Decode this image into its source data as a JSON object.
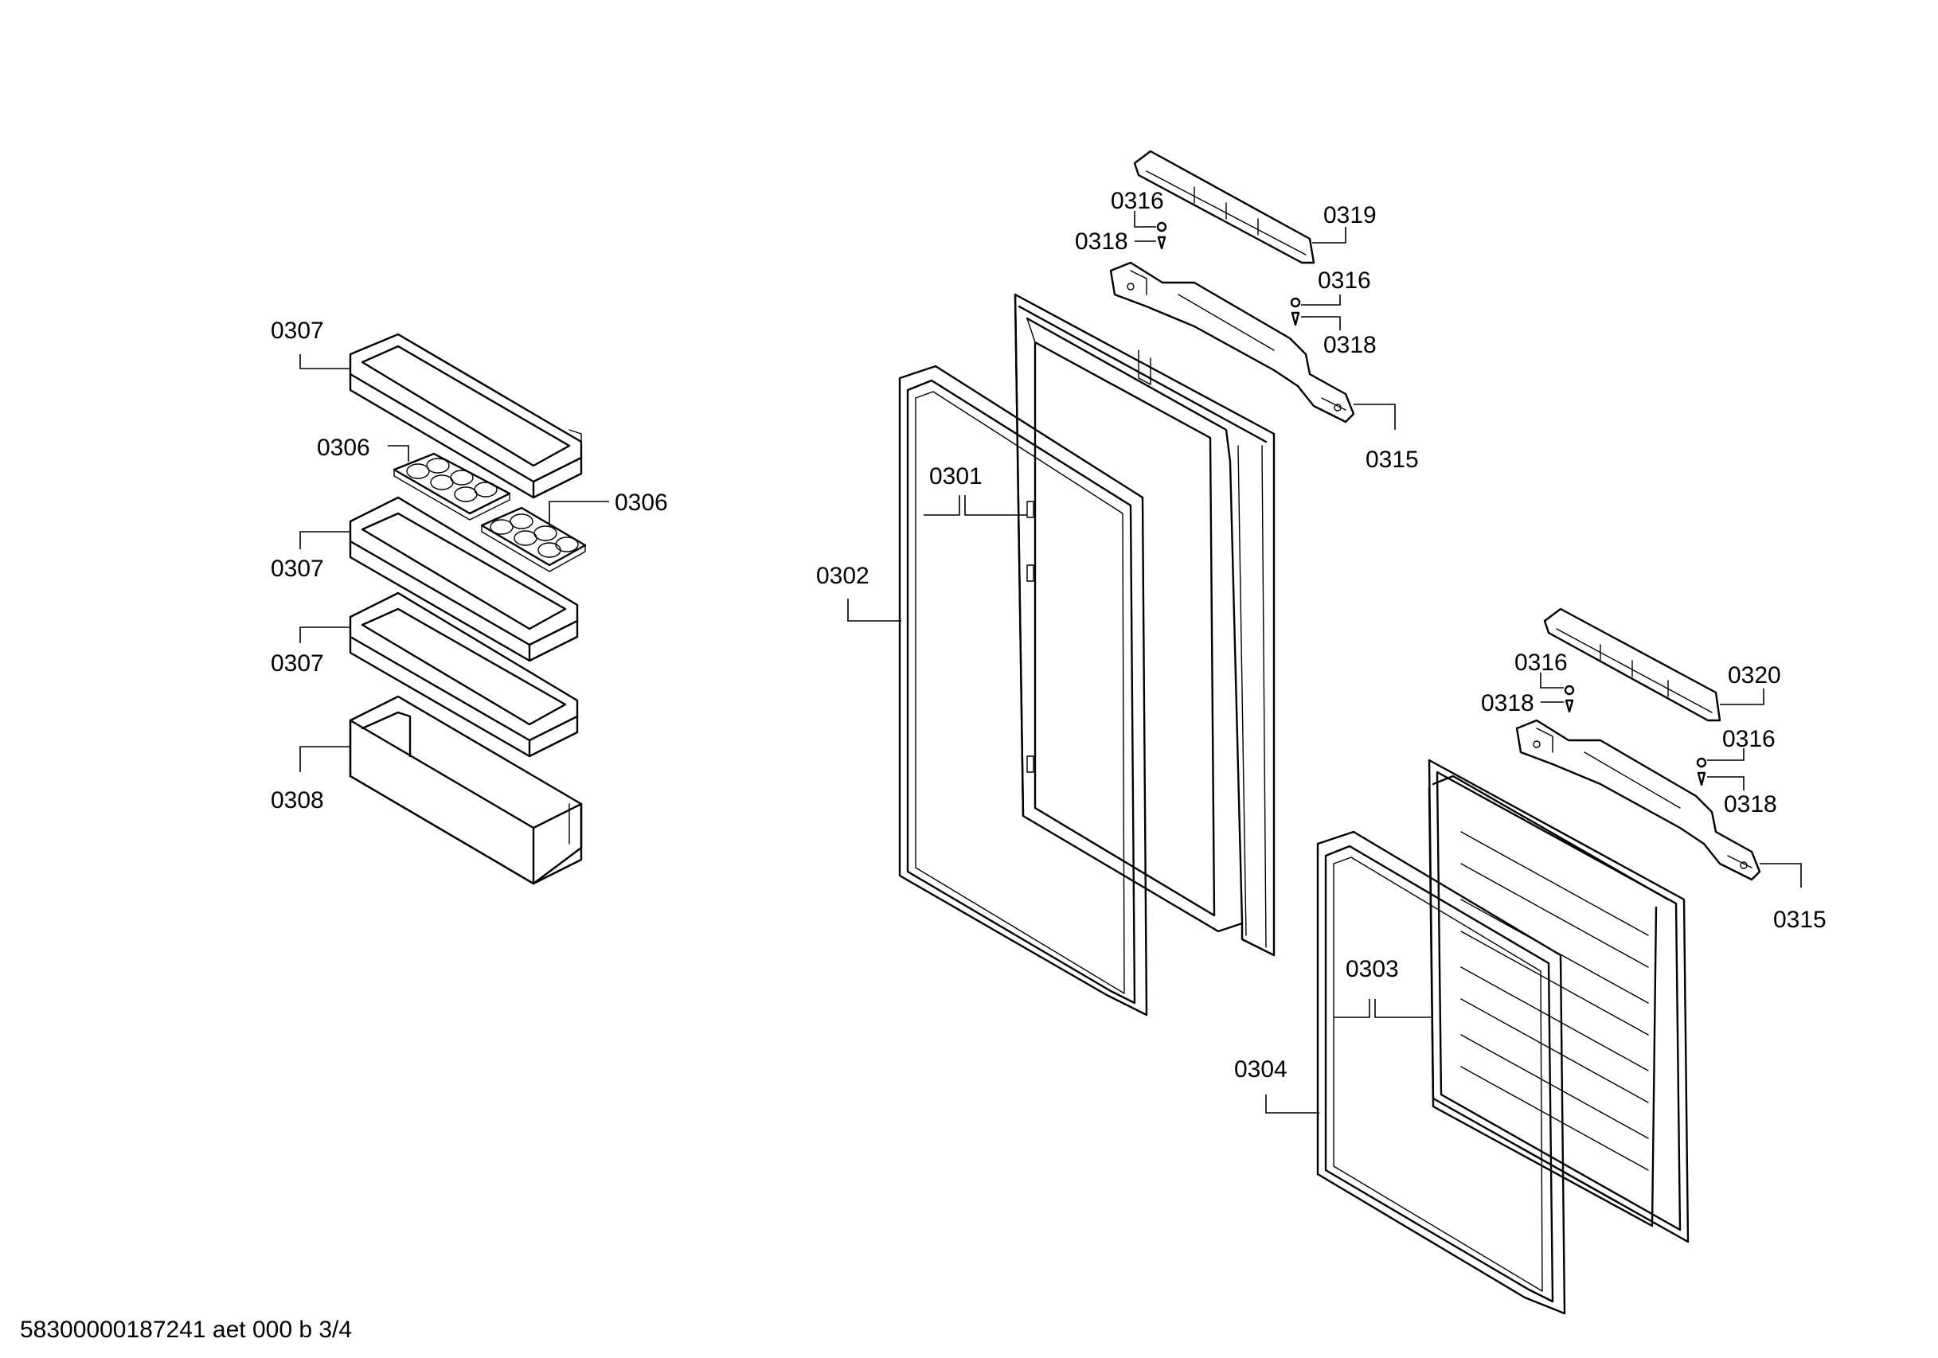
{
  "footer": {
    "document_code": "58300000187241 aet 000 b 3/4"
  },
  "labels": {
    "p0307_top": "0307",
    "p0306_left": "0306",
    "p0306_right": "0306",
    "p0307_mid": "0307",
    "p0307_low": "0307",
    "p0308": "0308",
    "p0301": "0301",
    "p0302": "0302",
    "p0316_a": "0316",
    "p0318_a": "0318",
    "p0319": "0319",
    "p0316_b": "0316",
    "p0318_b": "0318",
    "p0315_a": "0315",
    "p0316_c": "0316",
    "p0318_c": "0318",
    "p0320": "0320",
    "p0316_d": "0316",
    "p0318_d": "0318",
    "p0315_b": "0315",
    "p0303": "0303",
    "p0304": "0304"
  }
}
